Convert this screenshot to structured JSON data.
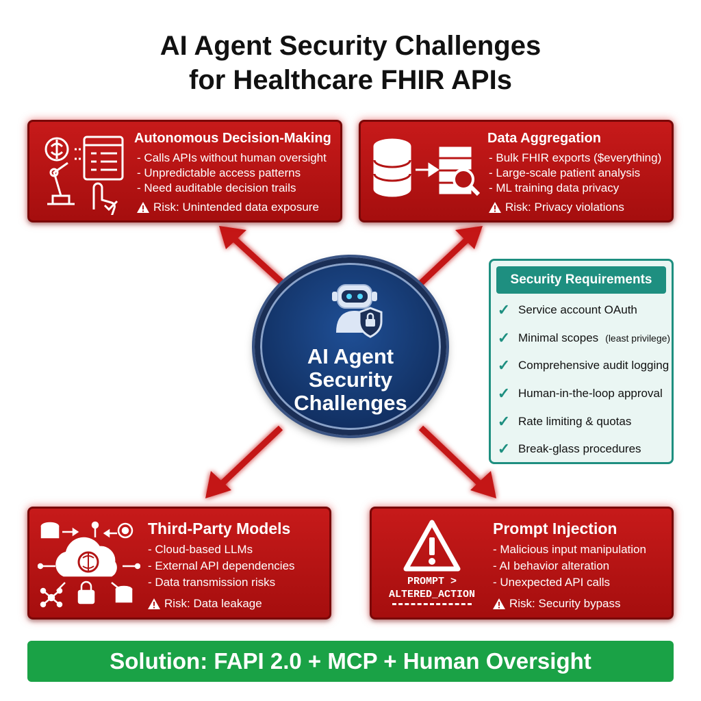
{
  "title": {
    "line1": "AI Agent Security Challenges",
    "line2": "for Healthcare FHIR APIs"
  },
  "hub": {
    "line1": "AI Agent",
    "line2": "Security",
    "line3": "Challenges",
    "icon": "robot-shield-lock-icon"
  },
  "cards": {
    "autonomous": {
      "title": "Autonomous Decision-Making",
      "icon": "brain-robot-arm-hand-click-icon",
      "bullets": [
        "Calls APIs without human oversight",
        "Unpredictable access patterns",
        "Need auditable decision trails"
      ],
      "risk": "Risk: Unintended data exposure"
    },
    "aggregation": {
      "title": "Data Aggregation",
      "icon": "database-server-magnifier-icon",
      "bullets": [
        "Bulk FHIR exports ($everything)",
        "Large-scale patient analysis",
        "ML training data privacy"
      ],
      "risk": "Risk: Privacy violations"
    },
    "thirdparty": {
      "title": "Third-Party Models",
      "icon": "cloud-brain-network-icon",
      "bullets": [
        "Cloud-based LLMs",
        "External API dependencies",
        "Data transmission risks"
      ],
      "risk": "Risk: Data leakage"
    },
    "prompt": {
      "title": "Prompt Injection",
      "icon": "warning-triangle-icon",
      "icon_caption_line1": "PROMPT >",
      "icon_caption_line2": "ALTERED_ACTION",
      "bullets": [
        "Malicious input manipulation",
        "AI behavior alteration",
        "Unexpected API calls"
      ],
      "risk": "Risk: Security bypass"
    }
  },
  "requirements": {
    "title": "Security Requirements",
    "items": [
      {
        "text": "Service account OAuth",
        "note": ""
      },
      {
        "text": "Minimal scopes",
        "note": "(least privilege)"
      },
      {
        "text": "Comprehensive audit logging",
        "note": ""
      },
      {
        "text": "Human-in-the-loop approval",
        "note": ""
      },
      {
        "text": "Rate limiting & quotas",
        "note": ""
      },
      {
        "text": "Break-glass procedures",
        "note": ""
      }
    ]
  },
  "solution": "Solution: FAPI 2.0 + MCP + Human Oversight",
  "colors": {
    "card_red": "#b31414",
    "hub_blue": "#15386f",
    "teal": "#1e8f80",
    "solution_green": "#1aa246",
    "arrow_red": "#c41212"
  }
}
